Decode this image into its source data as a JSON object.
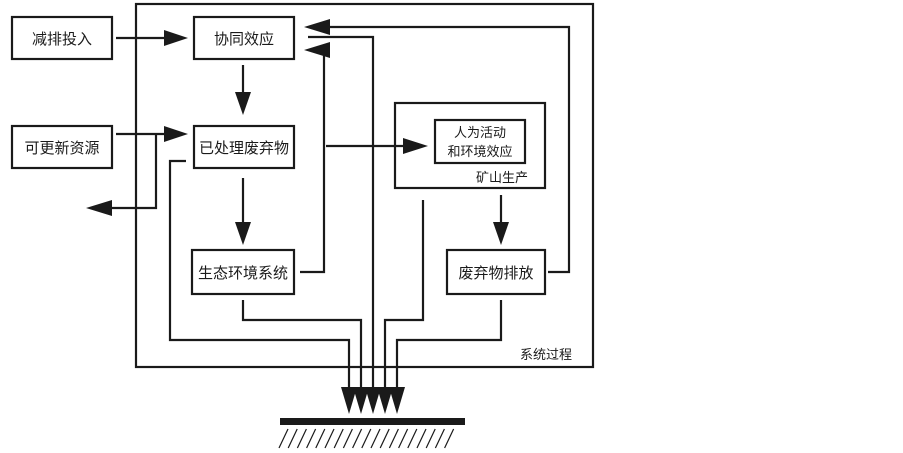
{
  "diagram": {
    "nodes": {
      "emission_input": "减排投入",
      "renewable_resources": "可更新资源",
      "synergy_effect": "协同效应",
      "processed_waste": "已处理废弃物",
      "human_activity_line1": "人为活动",
      "human_activity_line2": "和环境效应",
      "mining_production": "矿山生产",
      "eco_environment": "生态环境系统",
      "waste_discharge": "废弃物排放",
      "system_process": "系统过程"
    },
    "edges": [
      {
        "from": "减排投入",
        "to": "协同效应"
      },
      {
        "from": "可更新资源",
        "to": "已处理废弃物"
      },
      {
        "from": "协同效应",
        "to": "已处理废弃物"
      },
      {
        "from": "已处理废弃物",
        "to": "生态环境系统"
      },
      {
        "from": "已处理废弃物",
        "to": "人为活动和环境效应"
      },
      {
        "from": "已处理废弃物",
        "to": "outflow-left"
      },
      {
        "from": "生态环境系统",
        "to": "协同效应"
      },
      {
        "from": "矿山生产",
        "to": "废弃物排放"
      },
      {
        "from": "废弃物排放",
        "to": "协同效应"
      },
      {
        "from": "协同效应",
        "to": "ground"
      },
      {
        "from": "已处理废弃物",
        "to": "ground"
      },
      {
        "from": "生态环境系统",
        "to": "ground"
      },
      {
        "from": "矿山生产",
        "to": "ground"
      },
      {
        "from": "废弃物排放",
        "to": "ground"
      }
    ]
  }
}
